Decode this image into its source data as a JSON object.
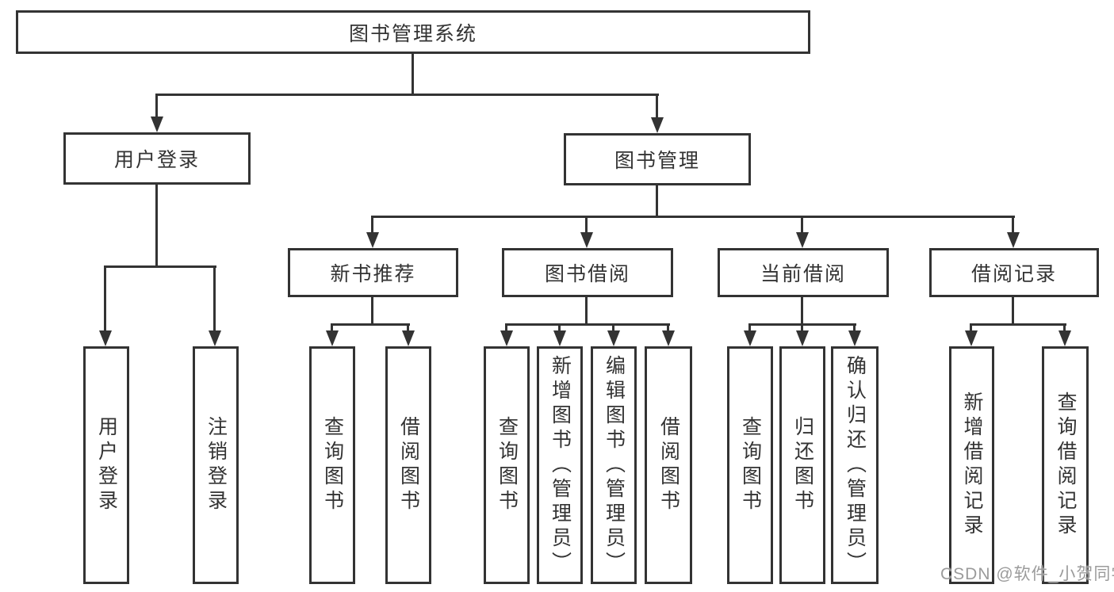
{
  "diagram": {
    "root": {
      "label": "图书管理系统"
    },
    "user_login": {
      "label": "用户登录",
      "children": {
        "login": "用户登录",
        "logout": "注销登录"
      }
    },
    "book_mgmt": {
      "label": "图书管理",
      "sections": {
        "new_book_rec": {
          "label": "新书推荐",
          "children": {
            "query": "查询图书",
            "borrow": "借阅图书"
          }
        },
        "book_borrow": {
          "label": "图书借阅",
          "children": {
            "query": "查询图书",
            "add": "新增图书（管理员）",
            "edit": "编辑图书（管理员）",
            "borrow": "借阅图书"
          }
        },
        "current_borrow": {
          "label": "当前借阅",
          "children": {
            "query": "查询图书",
            "return": "归还图书",
            "confirm": "确认归还（管理员）"
          }
        },
        "borrow_records": {
          "label": "借阅记录",
          "children": {
            "add": "新增借阅记录",
            "query": "查询借阅记录"
          }
        }
      }
    }
  },
  "watermark": "CSDN @软件_小贺同学",
  "colors": {
    "line": "#333333",
    "text": "#333333",
    "background": "#ffffff",
    "watermark": "#9b9b9b"
  }
}
